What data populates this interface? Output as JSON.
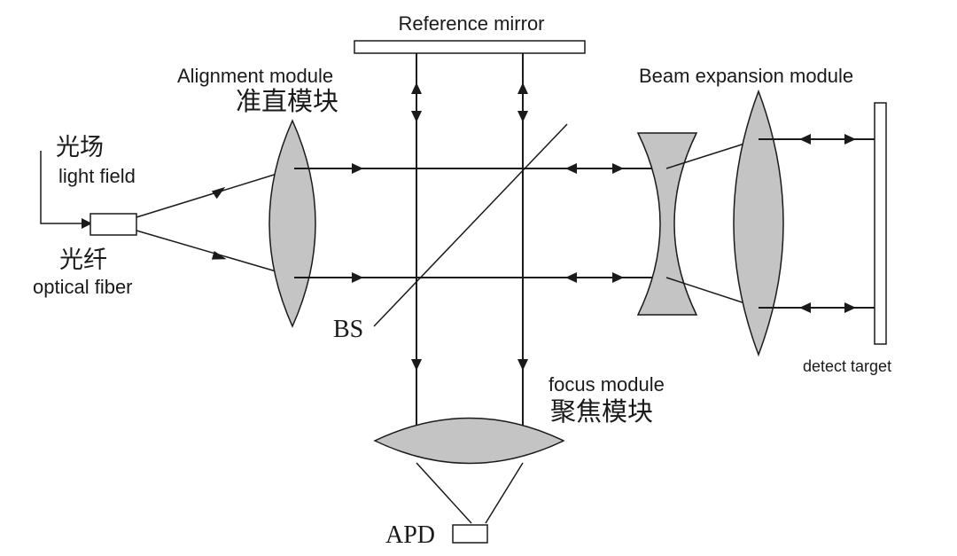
{
  "labels": {
    "reference_mirror": "Reference mirror",
    "alignment_module_en": "Alignment module",
    "alignment_module_cn": "准直模块",
    "beam_expansion_module": "Beam expansion module",
    "light_field_cn": "光场",
    "light_field_en": "light field",
    "optical_fiber_cn": "光纤",
    "optical_fiber_en": "optical fiber",
    "beam_splitter": "BS",
    "focus_module_en": "focus module",
    "focus_module_cn": "聚焦模块",
    "detector": "APD",
    "detect_target": "detect target"
  },
  "colors": {
    "lens_fill": "#c4c4c4",
    "line": "#1a1a1a",
    "background": "#ffffff"
  }
}
